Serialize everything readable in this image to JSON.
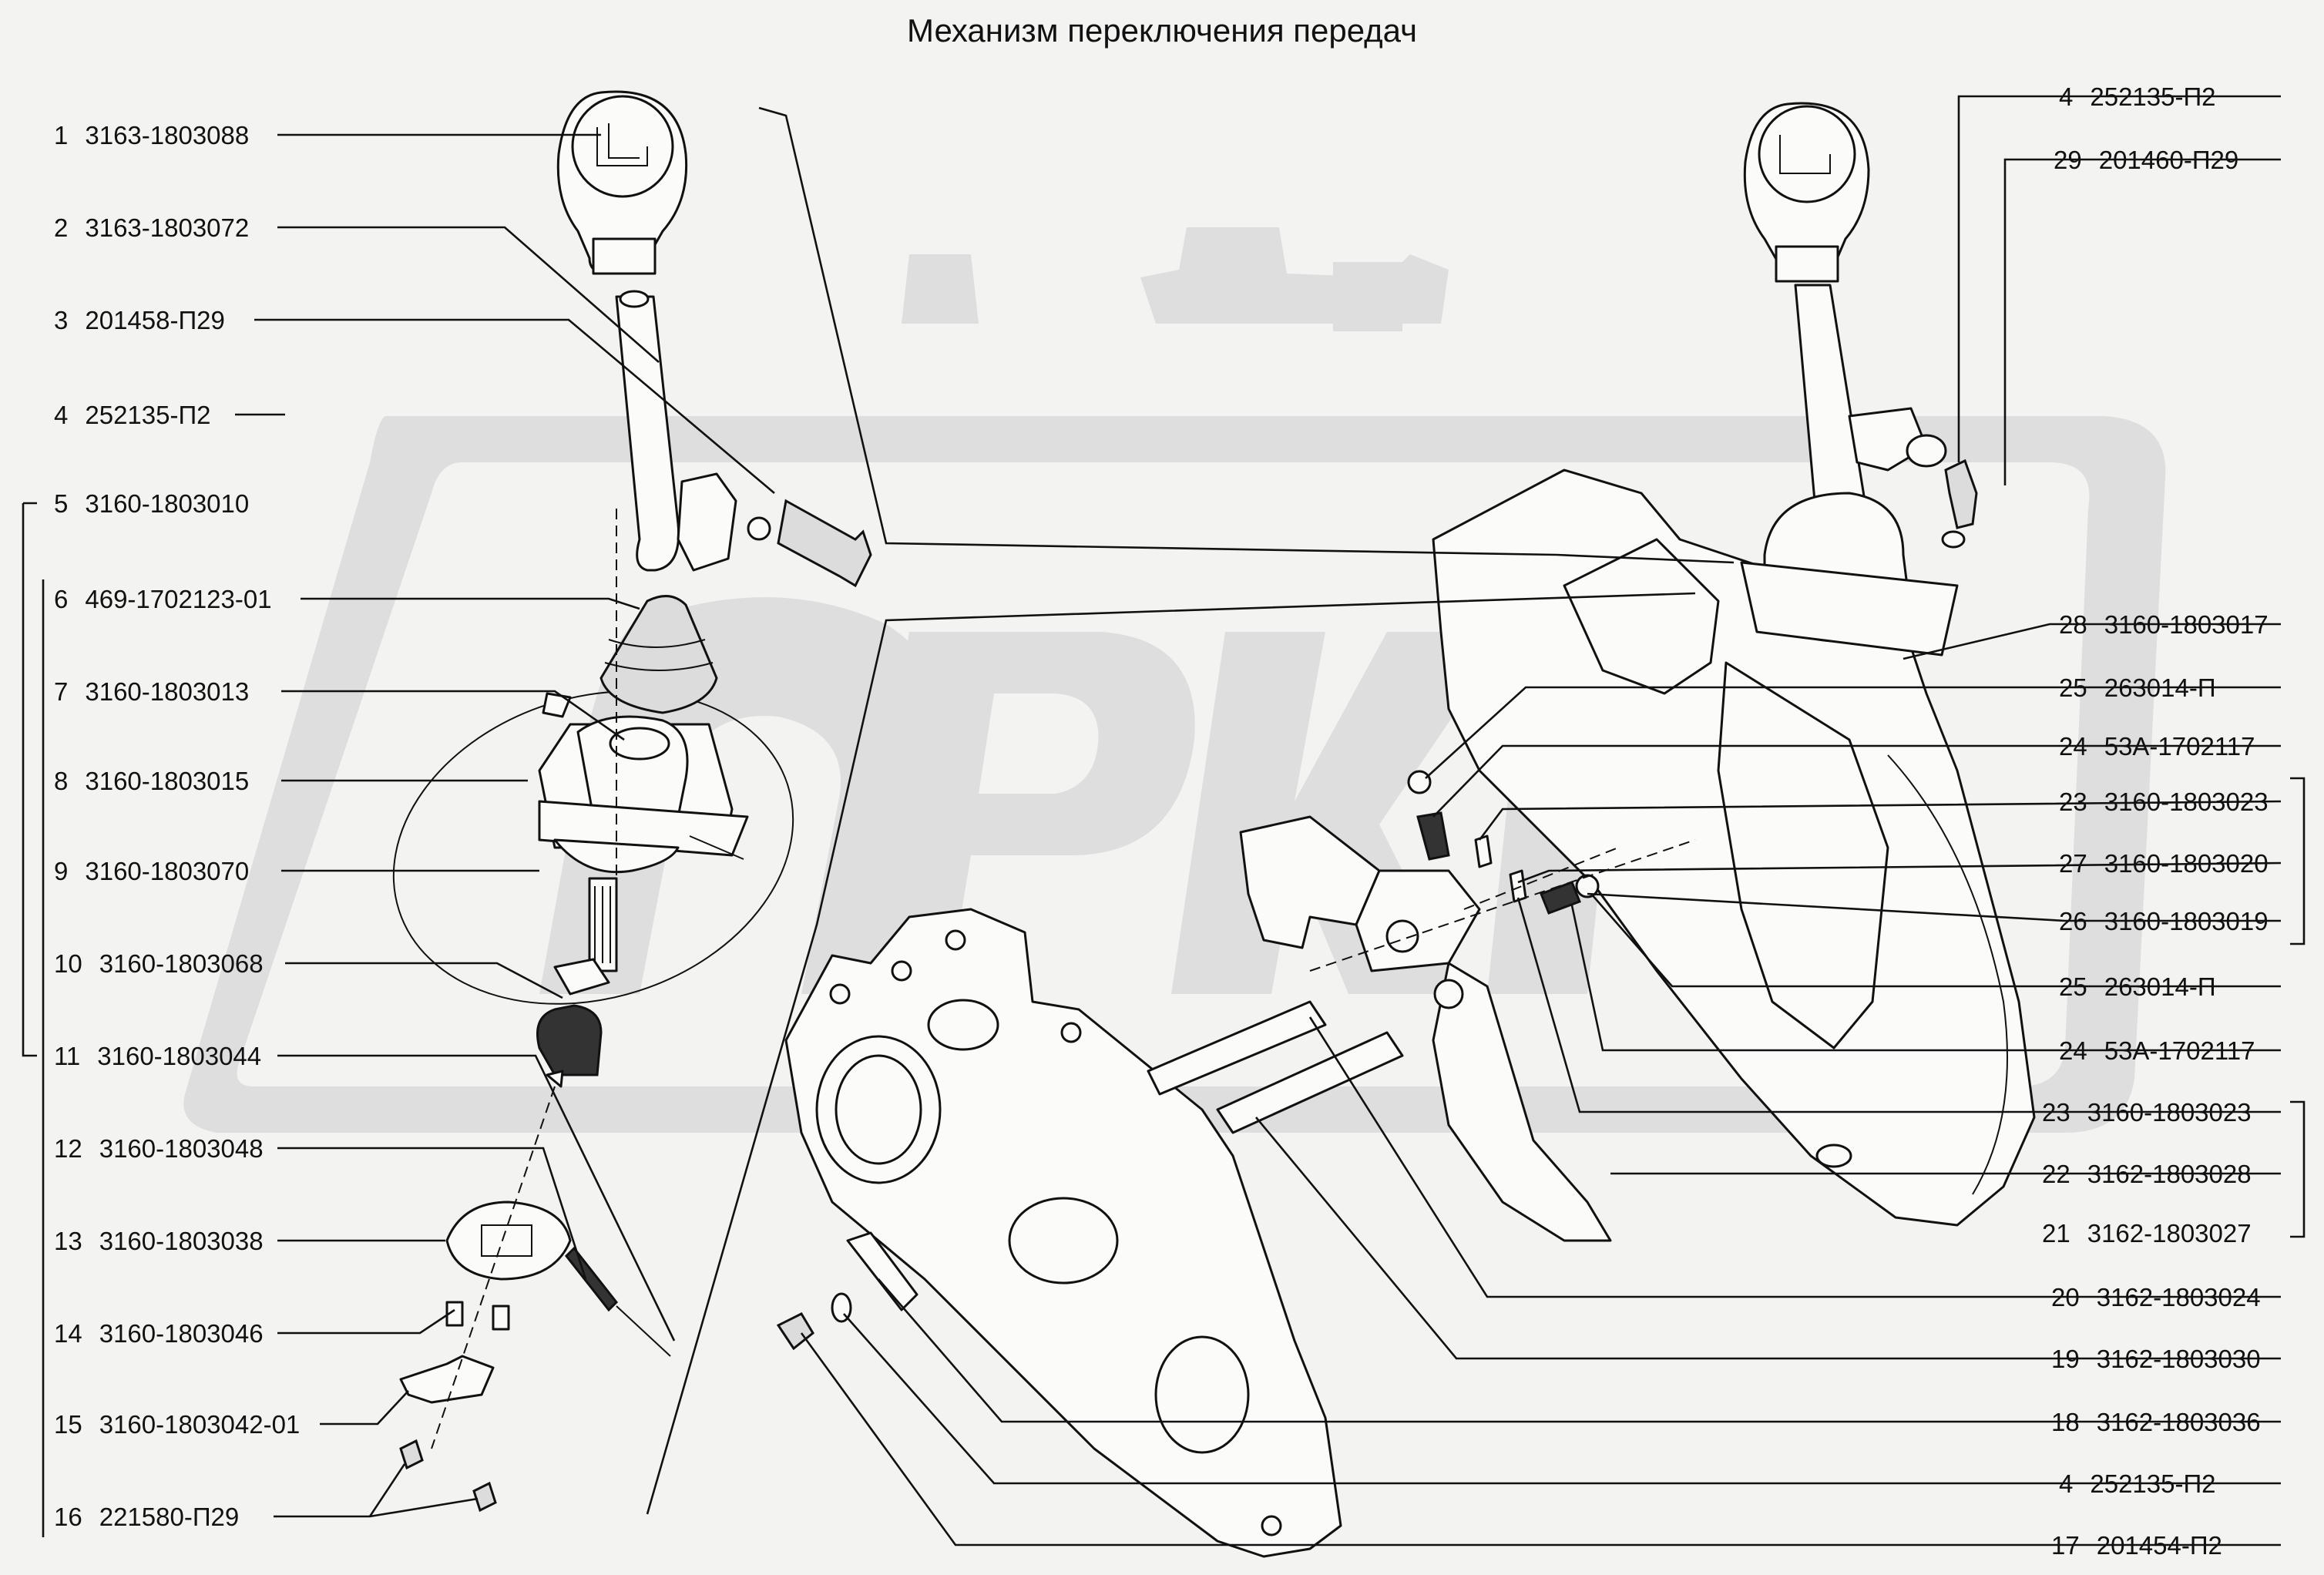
{
  "title": "Механизм переключения передач",
  "parts_left": [
    {
      "num": "1",
      "code": "3163-1803088"
    },
    {
      "num": "2",
      "code": "3163-1803072"
    },
    {
      "num": "3",
      "code": "201458-П29"
    },
    {
      "num": "4",
      "code": "252135-П2"
    },
    {
      "num": "5",
      "code": "3160-1803010"
    },
    {
      "num": "6",
      "code": "469-1702123-01"
    },
    {
      "num": "7",
      "code": "3160-1803013"
    },
    {
      "num": "8",
      "code": "3160-1803015"
    },
    {
      "num": "9",
      "code": "3160-1803070"
    },
    {
      "num": "10",
      "code": "3160-1803068"
    },
    {
      "num": "11",
      "code": "3160-1803044"
    },
    {
      "num": "12",
      "code": "3160-1803048"
    },
    {
      "num": "13",
      "code": "3160-1803038"
    },
    {
      "num": "14",
      "code": "3160-1803046"
    },
    {
      "num": "15",
      "code": "3160-1803042-01"
    },
    {
      "num": "16",
      "code": "221580-П29"
    }
  ],
  "parts_right": [
    {
      "num": "4",
      "code": "252135-П2"
    },
    {
      "num": "29",
      "code": "201460-П29"
    },
    {
      "num": "28",
      "code": "3160-1803017"
    },
    {
      "num": "25",
      "code": "263014-П"
    },
    {
      "num": "24",
      "code": "53А-1702117"
    },
    {
      "num": "23",
      "code": "3160-1803023"
    },
    {
      "num": "27",
      "code": "3160-1803020"
    },
    {
      "num": "26",
      "code": "3160-1803019"
    },
    {
      "num": "25",
      "code": "263014-П"
    },
    {
      "num": "24",
      "code": "53А-1702117"
    },
    {
      "num": "23",
      "code": "3160-1803023"
    },
    {
      "num": "22",
      "code": "3162-1803028"
    },
    {
      "num": "21",
      "code": "3162-1803027"
    },
    {
      "num": "20",
      "code": "3162-1803024"
    },
    {
      "num": "19",
      "code": "3162-1803030"
    },
    {
      "num": "18",
      "code": "3162-1803036"
    },
    {
      "num": "4",
      "code": "252135-П2"
    },
    {
      "num": "17",
      "code": "201454-П2"
    }
  ]
}
